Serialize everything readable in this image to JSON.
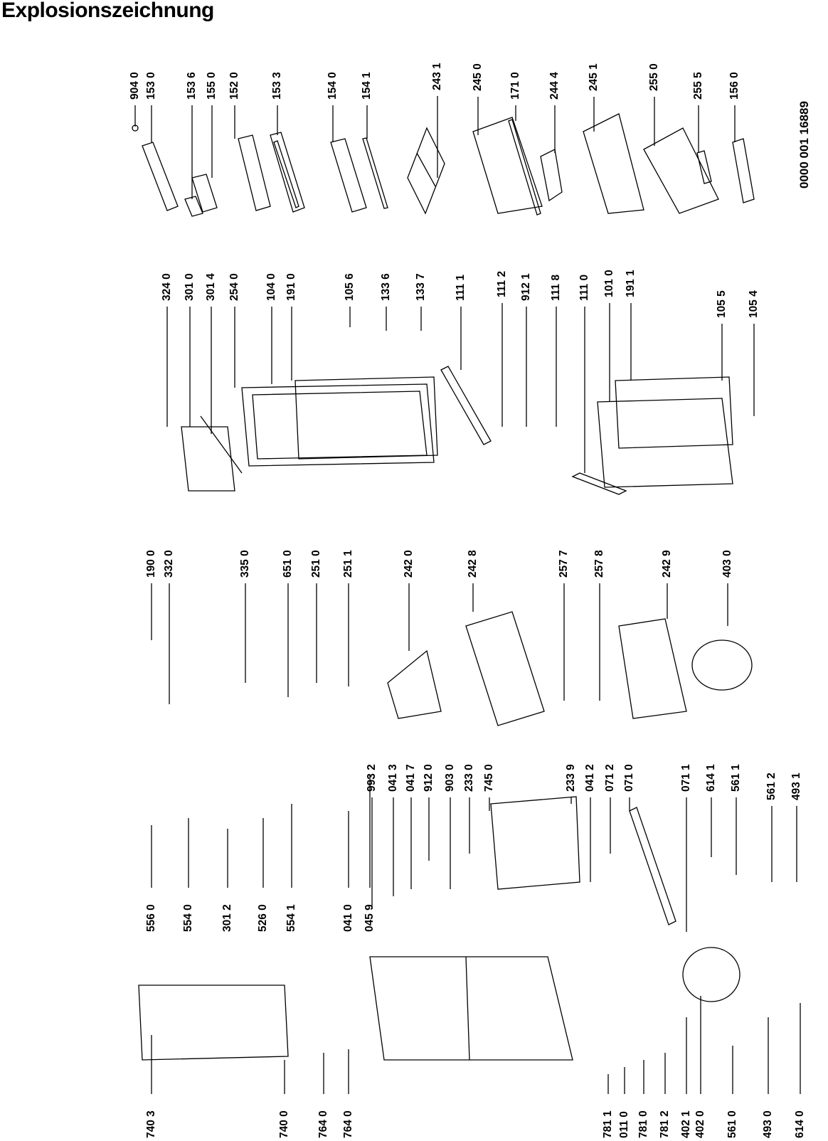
{
  "title": "Explosionszeichnung",
  "document_number": "0000 001 16889",
  "part_labels": [
    "904 0",
    "153 0",
    "153 6",
    "155 0",
    "152 0",
    "153 3",
    "154 0",
    "154 1",
    "243 1",
    "245 0",
    "171 0",
    "244 4",
    "245 1",
    "255 0",
    "255 5",
    "156 0",
    "324 0",
    "301 0",
    "301 4",
    "254 0",
    "104 0",
    "191 0",
    "105 6",
    "133 6",
    "133 7",
    "111 1",
    "111 2",
    "912 1",
    "111 8",
    "111 0",
    "101 0",
    "191 1",
    "105 5",
    "105 4",
    "190 0",
    "332 0",
    "335 0",
    "651 0",
    "251 0",
    "251 1",
    "242 0",
    "242 8",
    "257 7",
    "257 8",
    "242 9",
    "403 0",
    "993 2",
    "041 3",
    "041 7",
    "912 0",
    "903 0",
    "233 0",
    "745 0",
    "233 9",
    "041 2",
    "071 2",
    "071 0",
    "071 1",
    "614 1",
    "561 1",
    "561 2",
    "493 1",
    "556 0",
    "554 0",
    "301 2",
    "526 0",
    "554 1",
    "041 0",
    "045 9",
    "740 3",
    "740 0",
    "764 0",
    "764 0",
    "781 1",
    "011 0",
    "781 0",
    "781 2",
    "402 1",
    "402 0",
    "561 0",
    "493 0",
    "614 0"
  ]
}
